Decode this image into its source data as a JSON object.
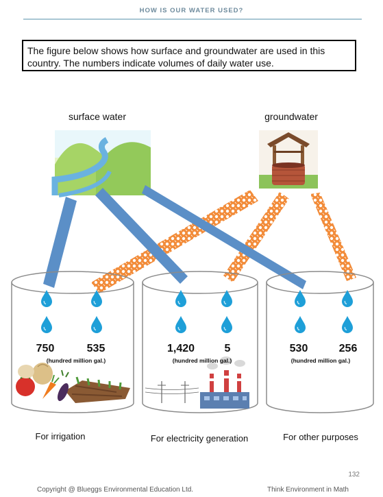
{
  "header": {
    "title": "HOW IS OUR WATER USED?"
  },
  "intro": {
    "text": "The figure below shows how surface and groundwater are used in this country. The numbers indicate volumes of daily water use."
  },
  "sources": {
    "surface": "surface water",
    "ground": "groundwater"
  },
  "uses": [
    {
      "caption": "For irrigation",
      "surface_value": "750",
      "ground_value": "535",
      "unit": "(hundred million gal.)"
    },
    {
      "caption": "For electricity  generation",
      "surface_value": "1,420",
      "ground_value": "5",
      "unit": "(hundred million gal.)"
    },
    {
      "caption": "For other purposes",
      "surface_value": "530",
      "ground_value": "256",
      "unit": "(hundred million gal.)"
    }
  ],
  "footer": {
    "page_number": "132",
    "copyright": "Copyright @ Blueggs Environmental Education Ltd.",
    "book": "Think Environment in Math"
  },
  "colors": {
    "surface_pipe": "#5b8fc7",
    "ground_pipe": "#f28c3a",
    "drop": "#1e9fd8"
  }
}
